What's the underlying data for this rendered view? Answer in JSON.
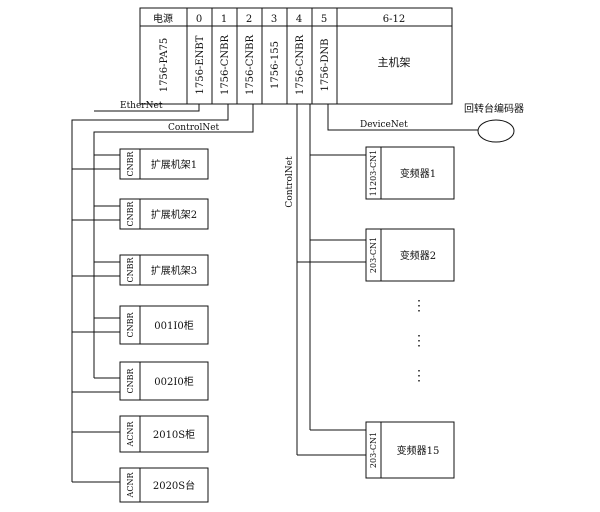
{
  "rack": {
    "headers": [
      "电源",
      "0",
      "1",
      "2",
      "3",
      "4",
      "5",
      "6-12"
    ],
    "modules": [
      "1756-PA75",
      "1756-ENBT",
      "1756-CNBR",
      "1756-CNBR",
      "1756-155",
      "1756-CNBR",
      "1756-DNB"
    ],
    "main_label": "主机架"
  },
  "networks": {
    "ethernet": "EtherNet",
    "controlnet_top": "ControlNet",
    "controlnet_side": "ControlNet",
    "devicenet": "DeviceNet"
  },
  "encoder_label": "回转台编码器",
  "left_nodes": [
    {
      "tag": "CNBR",
      "label": "扩展机架1"
    },
    {
      "tag": "CNBR",
      "label": "扩展机架2"
    },
    {
      "tag": "CNBR",
      "label": "扩展机架3"
    },
    {
      "tag": "CNBR",
      "label": "001I0柜"
    },
    {
      "tag": "CNBR",
      "label": "002I0柜"
    },
    {
      "tag": "ACNR",
      "label": "2010S柜"
    },
    {
      "tag": "ACNR",
      "label": "2020S台"
    }
  ],
  "right_nodes": [
    {
      "tag": "11203-CN1",
      "label": "变频器1"
    },
    {
      "tag": "203-CN1",
      "label": "变频器2"
    },
    {
      "tag": "203-CN1",
      "label": "变频器15"
    }
  ],
  "ellipsis": "⋮"
}
